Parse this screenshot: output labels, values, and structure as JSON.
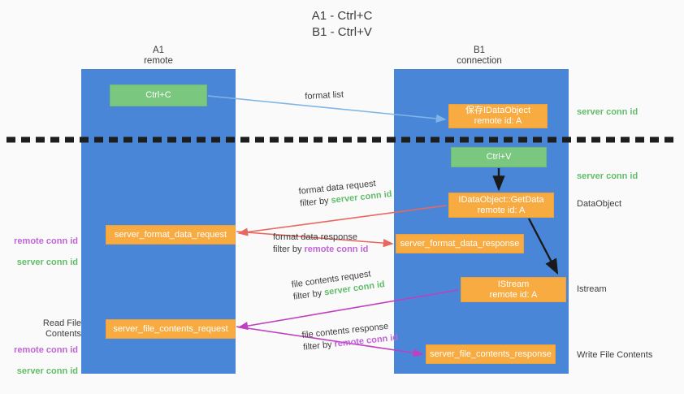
{
  "title": "A1 - Ctrl+C\nB1 - Ctrl+V",
  "columns": {
    "left": {
      "name": "A1",
      "role": "remote",
      "header": "A1\nremote"
    },
    "right": {
      "name": "B1",
      "role": "connection",
      "header": "B1\nconnection"
    }
  },
  "boxes": {
    "ctrl_c": "Ctrl+C",
    "save_idataobject": "保存IDataObject\nremote id: A",
    "ctrl_v": "Ctrl+V",
    "getdata": "IDataObject::GetData\nremote id: A",
    "server_format_data_request": "server_format_data_request",
    "server_format_data_response": "server_format_data_response",
    "istream": "IStream\nremote id: A",
    "server_file_contents_request": "server_file_contents_request",
    "server_file_contents_response": "server_file_contents_response"
  },
  "arrow_labels": {
    "format_list": "format list",
    "format_data_request": "format data request",
    "format_data_response": "format data response",
    "file_contents_request": "file contents request",
    "file_contents_response": "file contents response",
    "filter_by": "filter by ",
    "server_conn_id": "server conn id",
    "remote_conn_id": "remote conn id"
  },
  "side_labels": {
    "server_conn_id": "server conn id",
    "remote_conn_id": "remote conn id",
    "data_object": "DataObject",
    "istream": "Istream",
    "write_file_contents": "Write File Contents",
    "read_file_contents": "Read File Contents"
  },
  "colors": {
    "lane": "#4a86d8",
    "green_box": "#7ac77f",
    "orange_box": "#f8ab41",
    "green_text": "#62bd6b",
    "purple_text": "#c065d6",
    "red_arrow": "#e8685f",
    "magenta_arrow": "#c03fc0",
    "light_blue_arrow": "#7fb5e8",
    "black_arrow": "#1a1a1a",
    "background": "#fafafa"
  }
}
